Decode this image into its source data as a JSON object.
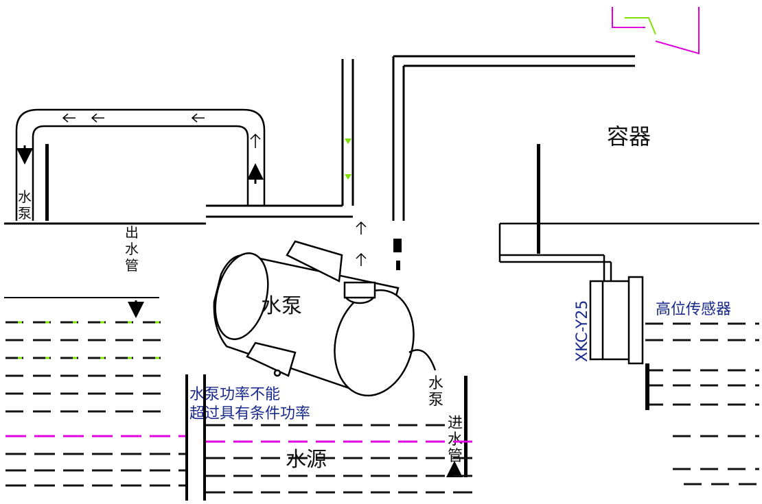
{
  "labels": {
    "pump_left": "水泵",
    "outlet_pipe": "出水管",
    "container": "容器",
    "pump_main": "水泵",
    "sensor_model": "XKC-Y25",
    "high_sensor": "高位传感器",
    "warning_line1": "水泵功率不能",
    "warning_line2": "超过具有条件功率",
    "pump_right": "水泵",
    "inlet_pipe": "进水管",
    "water_source": "水源"
  },
  "colors": {
    "line": "#000000",
    "text_blue": "#1a2a8c",
    "water_green": "#7fe000",
    "water_magenta": "#e000e0",
    "flow_arrow": "#000000"
  },
  "icons": [
    "up-arrow-icon",
    "down-arrow-icon",
    "left-arrow-icon"
  ]
}
